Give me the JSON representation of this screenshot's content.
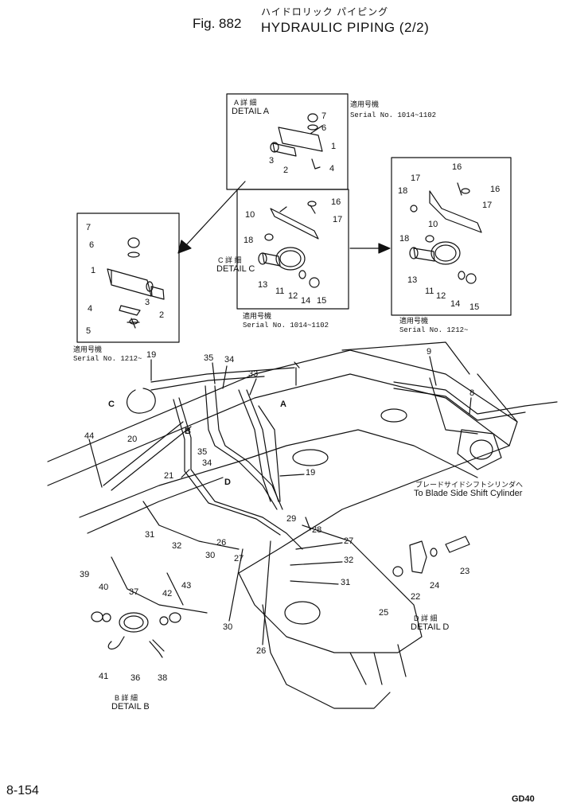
{
  "header": {
    "fig_no": "Fig. 882",
    "title_jp": "ハイドロリック パイピング",
    "title_en": "HYDRAULIC PIPING (2/2)"
  },
  "footer": {
    "page_no": "8-154",
    "model": "GD40"
  },
  "details": {
    "a": {
      "jp": "A 詳 細",
      "en": "DETAIL A",
      "serial_jp": "適用号機",
      "serial": "Serial No. 1014~1102"
    },
    "a2": {
      "serial_jp": "適用号機",
      "serial": "Serial No. 1212~"
    },
    "c": {
      "jp": "C 詳 細",
      "en": "DETAIL C",
      "serial_jp": "適用号機",
      "serial": "Serial No. 1014~1102"
    },
    "c2": {
      "serial_jp": "適用号機",
      "serial": "Serial No. 1212~"
    },
    "b": {
      "jp": "B 詳 細",
      "en": "DETAIL B"
    },
    "d": {
      "jp": "D 詳 細",
      "en": "DETAIL D"
    }
  },
  "notes": {
    "blade_jp": "ブレードサイドシフトシリンダへ",
    "blade_en": "To Blade Side Shift Cylinder"
  },
  "callouts": {
    "arrow_a": "A",
    "arrow_b": "B",
    "arrow_c": "C",
    "arrow_d": "D",
    "a7": "7",
    "a6": "6",
    "a1": "1",
    "a3": "3",
    "a2": "2",
    "a4": "4",
    "l7": "7",
    "l6": "6",
    "l1": "1",
    "l3": "3",
    "l2": "2",
    "l4": "4",
    "l5": "5",
    "c10": "10",
    "c16": "16",
    "c17": "17",
    "c18": "18",
    "c13": "13",
    "c11": "11",
    "c12": "12",
    "c14": "14",
    "c15": "15",
    "r17": "17",
    "r16a": "16",
    "r16b": "16",
    "r18a": "18",
    "r10": "10",
    "r17b": "17",
    "r18b": "18",
    "r13": "13",
    "r11": "11",
    "r12": "12",
    "r14": "14",
    "r15": "15",
    "m19a": "19",
    "m35a": "35",
    "m34a": "34",
    "m33": "33",
    "m9": "9",
    "m8": "8",
    "m44": "44",
    "m20": "20",
    "m35b": "35",
    "m34b": "34",
    "m21": "21",
    "m19b": "19",
    "m31a": "31",
    "m32a": "32",
    "m30a": "30",
    "m26a": "26",
    "m27a": "27",
    "m29": "29",
    "m28": "28",
    "m27b": "27",
    "m32b": "32",
    "m31b": "31",
    "m30b": "30",
    "m26b": "26",
    "b39": "39",
    "b40": "40",
    "b37": "37",
    "b42": "42",
    "b43": "43",
    "b41": "41",
    "b36": "36",
    "b38": "38",
    "d23": "23",
    "d24": "24",
    "d22": "22",
    "d25": "25"
  }
}
